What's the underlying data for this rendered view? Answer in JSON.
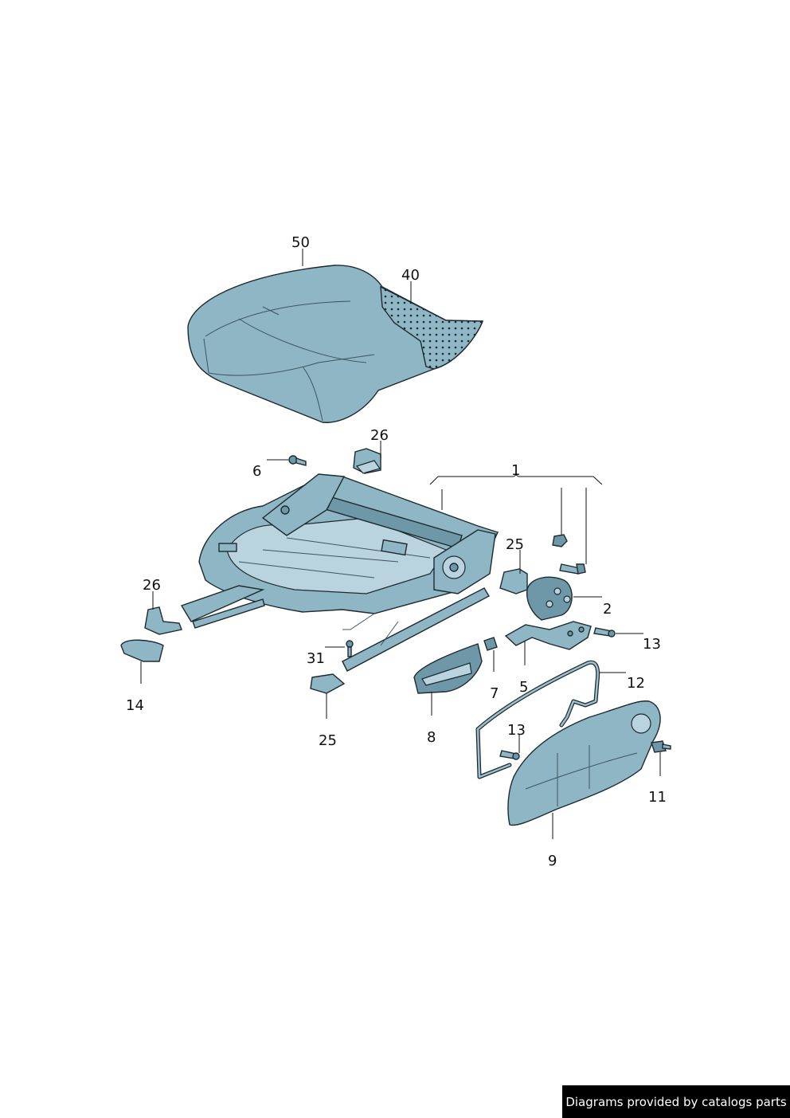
{
  "callouts": {
    "c50": "50",
    "c40": "40",
    "c26a": "26",
    "c6": "6",
    "c1": "1",
    "c25a": "25",
    "c26b": "26",
    "c2": "2",
    "c13a": "13",
    "c31": "31",
    "c7": "7",
    "c5": "5",
    "c12": "12",
    "c14": "14",
    "c25b": "25",
    "c8": "8",
    "c13b": "13",
    "c11": "11",
    "c9": "9"
  },
  "footer": {
    "credit": "Diagrams provided by catalogs parts"
  },
  "colors": {
    "part_fill": "#8fb6c4",
    "outline": "#1d2a30"
  }
}
